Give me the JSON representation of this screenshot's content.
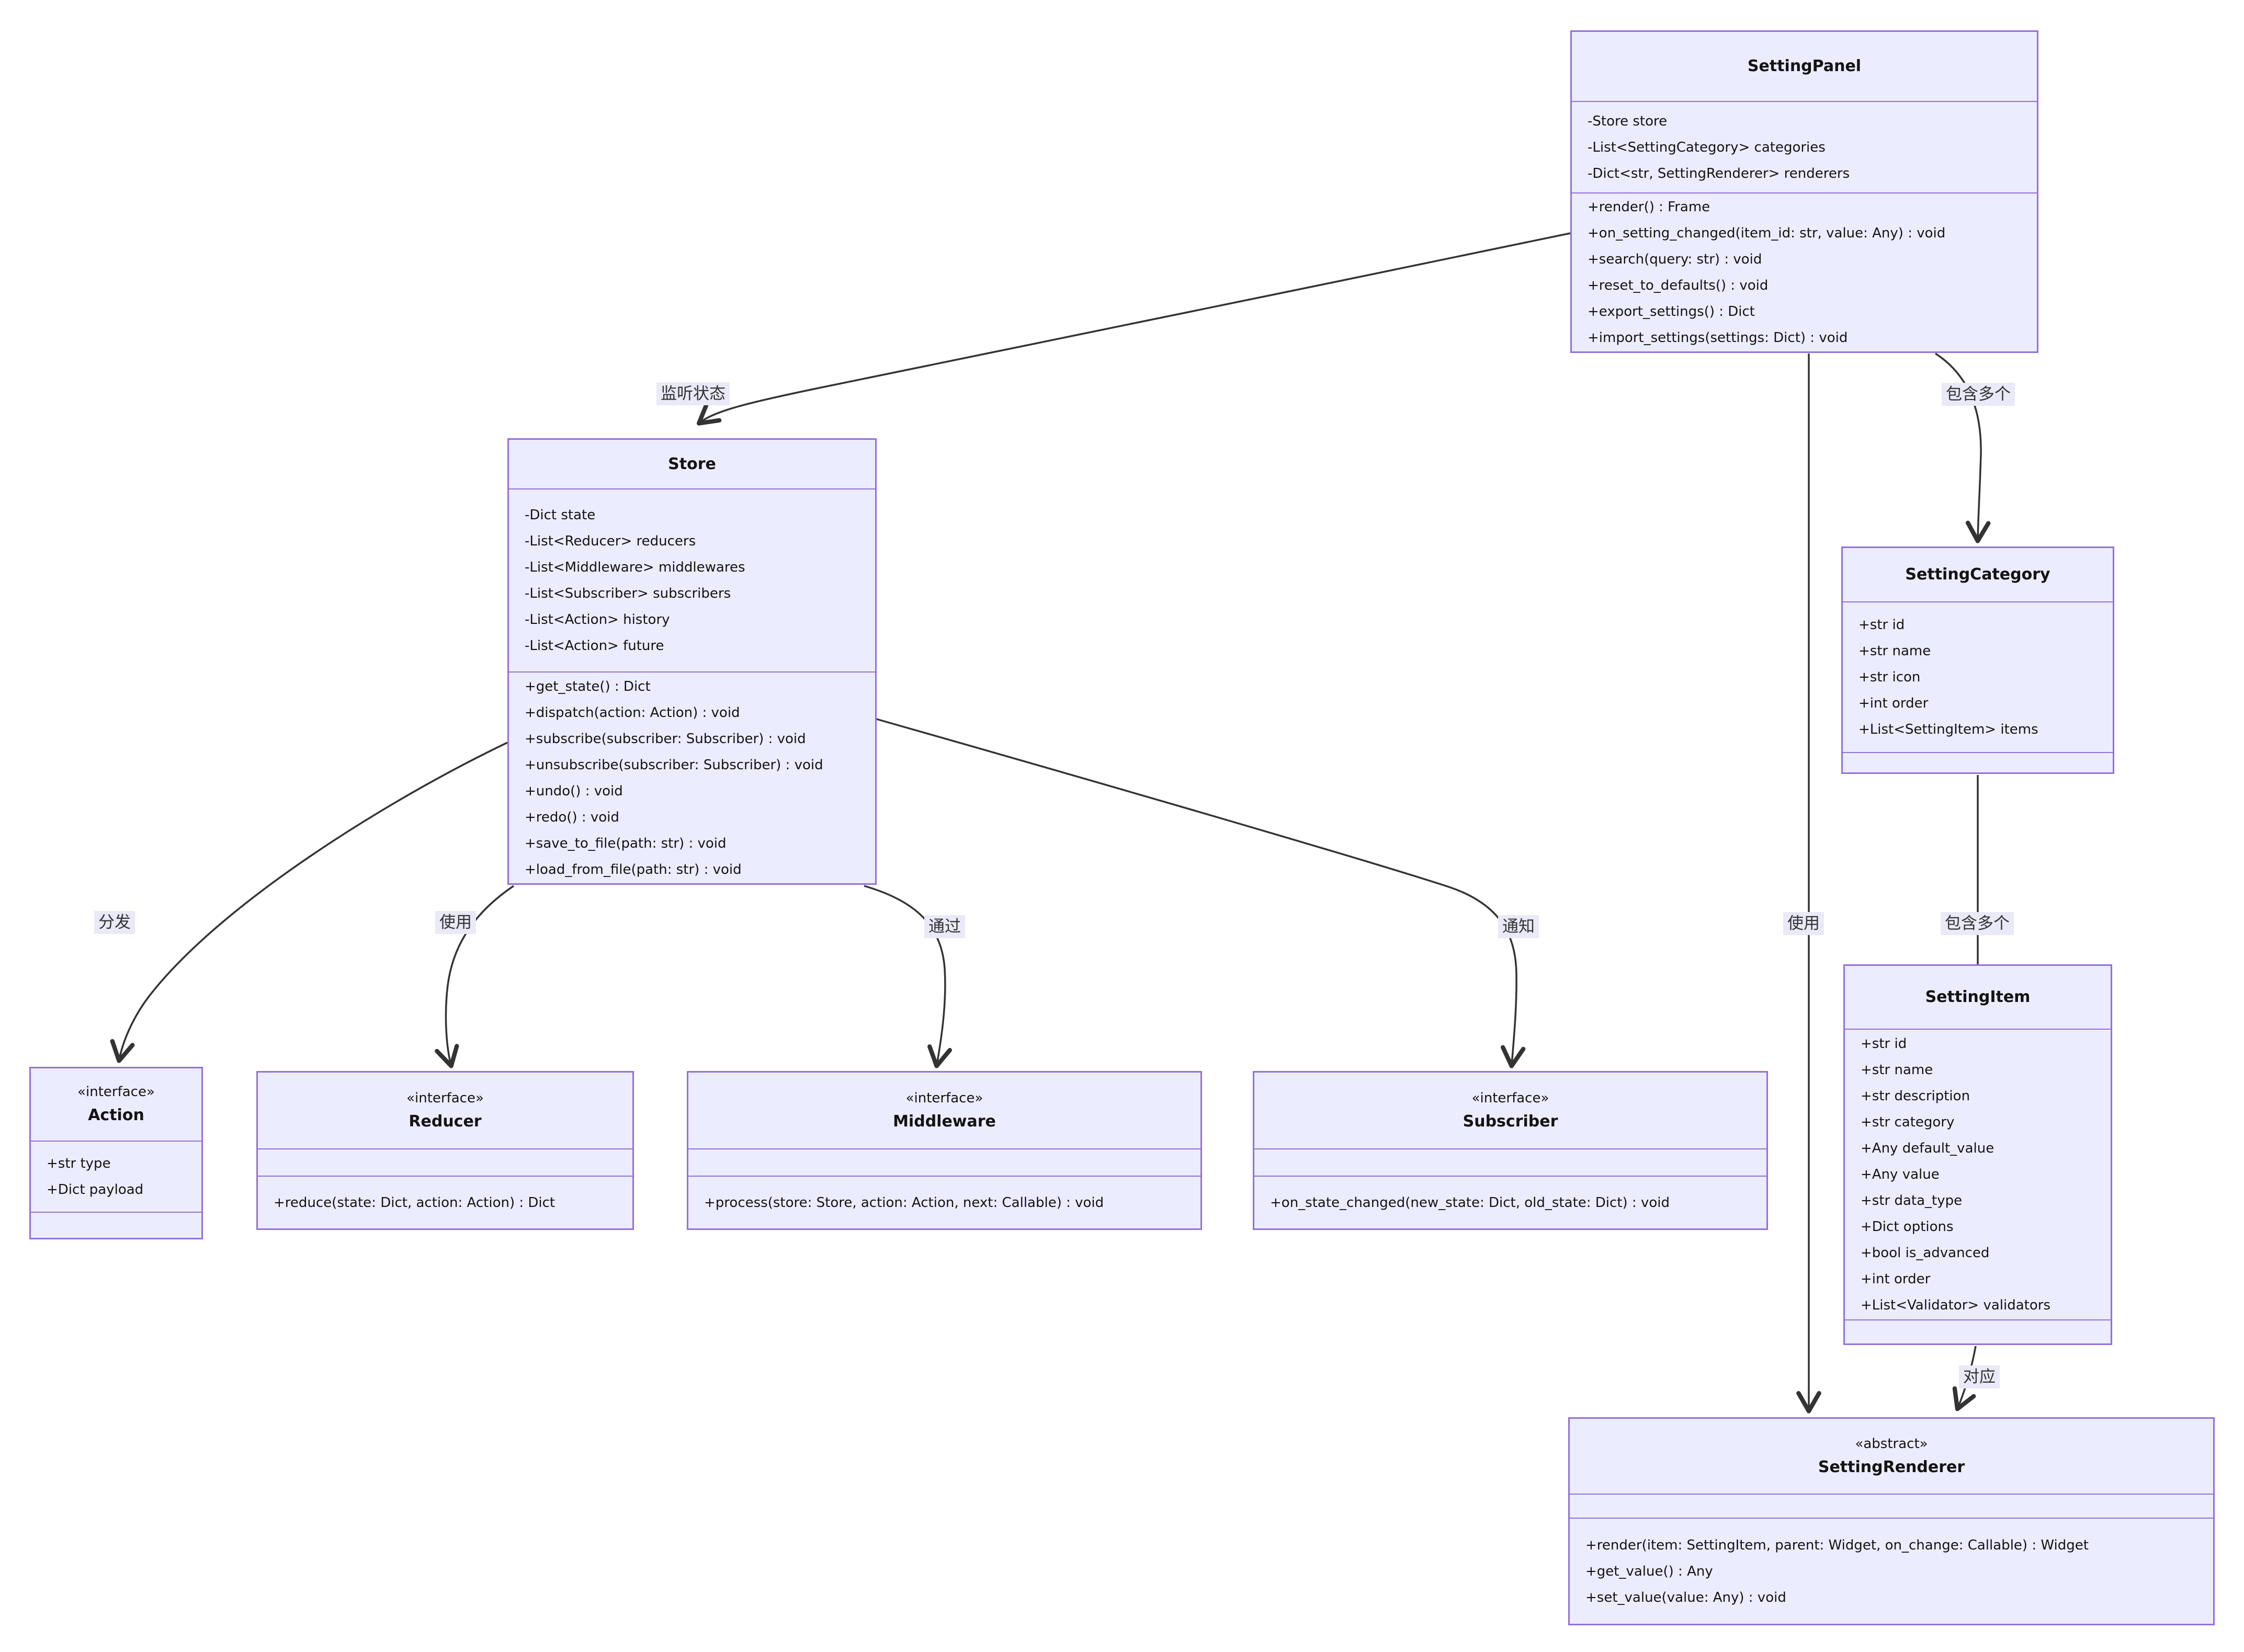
{
  "diagram": {
    "kind": "uml-class-diagram",
    "background_color": "#FFFFFF"
  },
  "colors": {
    "node_fill": "#ECECFF",
    "node_border": "#9370DB",
    "edge_line": "#333333",
    "edge_label_bg": "#E9E9F8",
    "text": "#131313"
  },
  "classes": {
    "setting_panel": {
      "name": "SettingPanel",
      "attributes": [
        "-Store store",
        "-List<SettingCategory> categories",
        "-Dict<str, SettingRenderer> renderers"
      ],
      "methods": [
        "+render() : Frame",
        "+on_setting_changed(item_id: str, value: Any) : void",
        "+search(query: str) : void",
        "+reset_to_defaults() : void",
        "+export_settings() : Dict",
        "+import_settings(settings: Dict) : void"
      ]
    },
    "store": {
      "name": "Store",
      "attributes": [
        "-Dict state",
        "-List<Reducer> reducers",
        "-List<Middleware> middlewares",
        "-List<Subscriber> subscribers",
        "-List<Action> history",
        "-List<Action> future"
      ],
      "methods": [
        "+get_state() : Dict",
        "+dispatch(action: Action) : void",
        "+subscribe(subscriber: Subscriber) : void",
        "+unsubscribe(subscriber: Subscriber) : void",
        "+undo() : void",
        "+redo() : void",
        "+save_to_file(path: str) : void",
        "+load_from_file(path: str) : void"
      ]
    },
    "setting_category": {
      "name": "SettingCategory",
      "attributes": [
        "+str id",
        "+str name",
        "+str icon",
        "+int order",
        "+List<SettingItem> items"
      ],
      "methods": []
    },
    "setting_item": {
      "name": "SettingItem",
      "attributes": [
        "+str id",
        "+str name",
        "+str description",
        "+str category",
        "+Any default_value",
        "+Any value",
        "+str data_type",
        "+Dict options",
        "+bool is_advanced",
        "+int order",
        "+List<Validator> validators"
      ],
      "methods": []
    },
    "action": {
      "stereotype": "«interface»",
      "name": "Action",
      "attributes": [
        "+str type",
        "+Dict payload"
      ],
      "methods": []
    },
    "reducer": {
      "stereotype": "«interface»",
      "name": "Reducer",
      "attributes": [],
      "methods": [
        "+reduce(state: Dict, action: Action) : Dict"
      ]
    },
    "middleware": {
      "stereotype": "«interface»",
      "name": "Middleware",
      "attributes": [],
      "methods": [
        "+process(store: Store, action: Action, next: Callable) : void"
      ]
    },
    "subscriber": {
      "stereotype": "«interface»",
      "name": "Subscriber",
      "attributes": [],
      "methods": [
        "+on_state_changed(new_state: Dict, old_state: Dict) : void"
      ]
    },
    "setting_renderer": {
      "stereotype": "«abstract»",
      "name": "SettingRenderer",
      "attributes": [],
      "methods": [
        "+render(item: SettingItem, parent: Widget, on_change: Callable) : Widget",
        "+get_value() : Any",
        "+set_value(value: Any) : void"
      ]
    }
  },
  "edges": {
    "listen": {
      "label": "监听状态",
      "from": "SettingPanel",
      "to": "Store"
    },
    "panel_contains": {
      "label": "包含多个",
      "from": "SettingPanel",
      "to": "SettingCategory"
    },
    "uses_renderer": {
      "label": "使用",
      "from": "SettingPanel",
      "to": "SettingRenderer"
    },
    "category_contains": {
      "label": "包含多个",
      "from": "SettingCategory",
      "to": "SettingItem"
    },
    "corresponds": {
      "label": "对应",
      "from": "SettingItem",
      "to": "SettingRenderer"
    },
    "dispatch": {
      "label": "分发",
      "from": "Store",
      "to": "Action"
    },
    "uses_reducer": {
      "label": "使用",
      "from": "Store",
      "to": "Reducer"
    },
    "via_middleware": {
      "label": "通过",
      "from": "Store",
      "to": "Middleware"
    },
    "notify": {
      "label": "通知",
      "from": "Store",
      "to": "Subscriber"
    }
  }
}
